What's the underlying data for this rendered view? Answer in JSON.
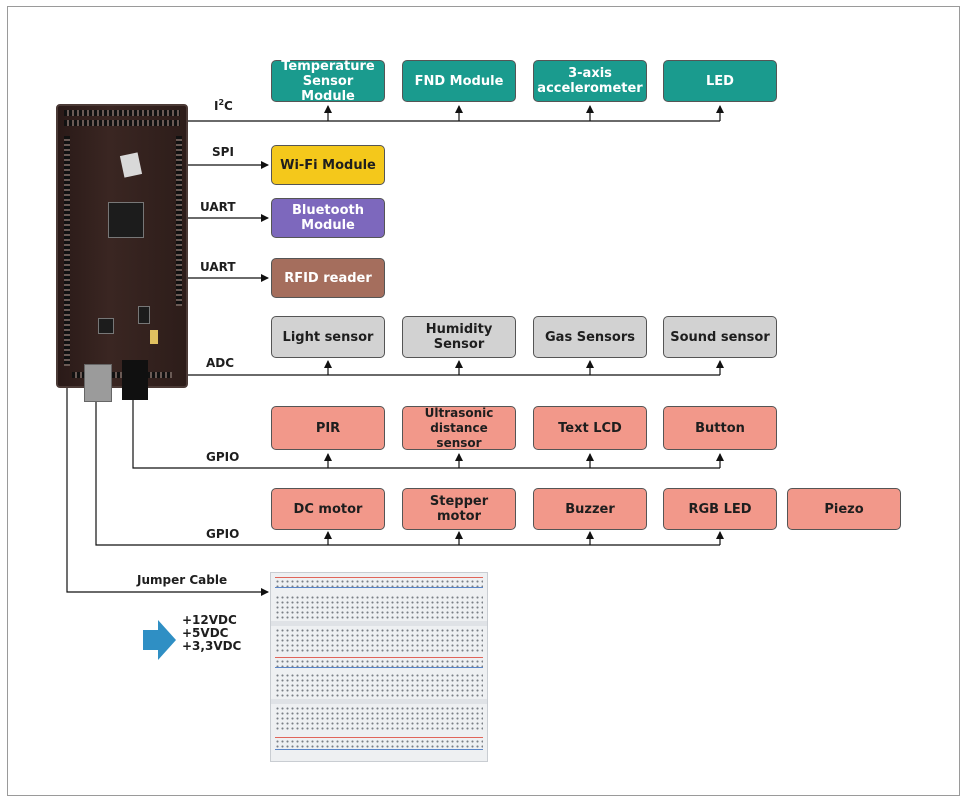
{
  "bus_labels": {
    "i2c": "I²C",
    "spi": "SPI",
    "uart1": "UART",
    "uart2": "UART",
    "adc": "ADC",
    "gpio1": "GPIO",
    "gpio2": "GPIO",
    "jumper": "Jumper Cable"
  },
  "i2c_modules": [
    "Temperature\nSensor Module",
    "FND Module",
    "3-axis\naccelerometer",
    "LED"
  ],
  "spi_module": "Wi-Fi Module",
  "uart_modules": [
    "Bluetooth\nModule",
    "RFID reader"
  ],
  "adc_modules": [
    "Light sensor",
    "Humidity\nSensor",
    "Gas Sensors",
    "Sound sensor"
  ],
  "gpio1_modules": [
    "PIR",
    "Ultrasonic\ndistance sensor",
    "Text LCD",
    "Button"
  ],
  "gpio2_modules": [
    "DC motor",
    "Stepper motor",
    "Buzzer",
    "RGB LED",
    "Piezo"
  ],
  "voltages": [
    "+12VDC",
    "+5VDC",
    "+3,3VDC"
  ],
  "colors": {
    "i2c": "#1a9b8e",
    "spi": "#f4c81b",
    "bluetooth": "#7d68bd",
    "rfid": "#a56e5d",
    "adc": "#d2d2d2",
    "gpio": "#f2988a",
    "power_arrow": "#2f8fc4"
  },
  "icons": [
    "board-image",
    "breadboard-image",
    "power-arrow-icon"
  ]
}
